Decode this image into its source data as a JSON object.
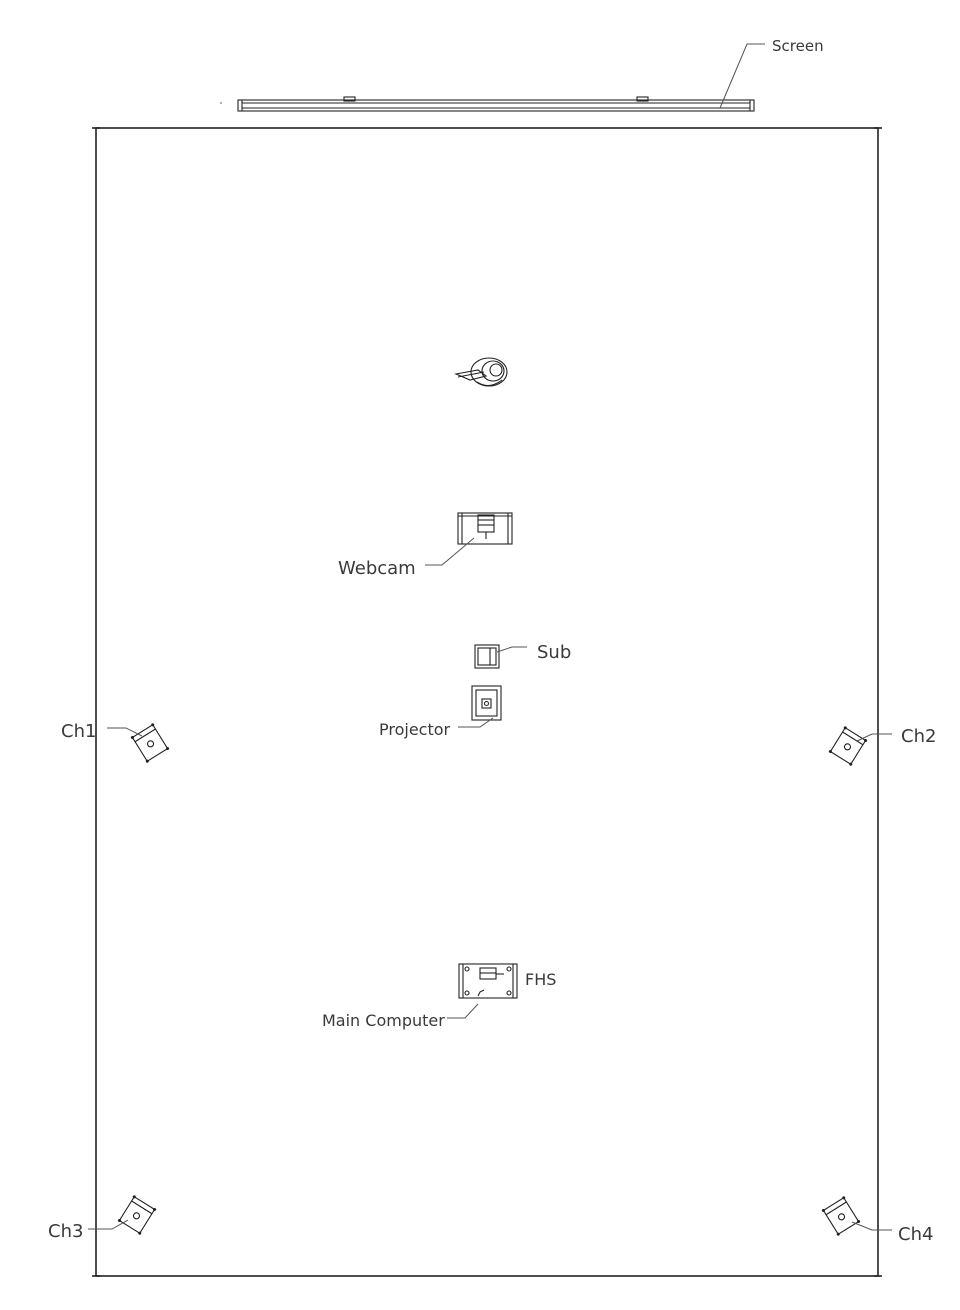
{
  "labels": {
    "screen": "Screen",
    "webcam": "Webcam",
    "sub": "Sub",
    "projector": "Projector",
    "ch1": "Ch1",
    "ch2": "Ch2",
    "ch3": "Ch3",
    "ch4": "Ch4",
    "fhs": "FHS",
    "main_computer": "Main Computer"
  }
}
